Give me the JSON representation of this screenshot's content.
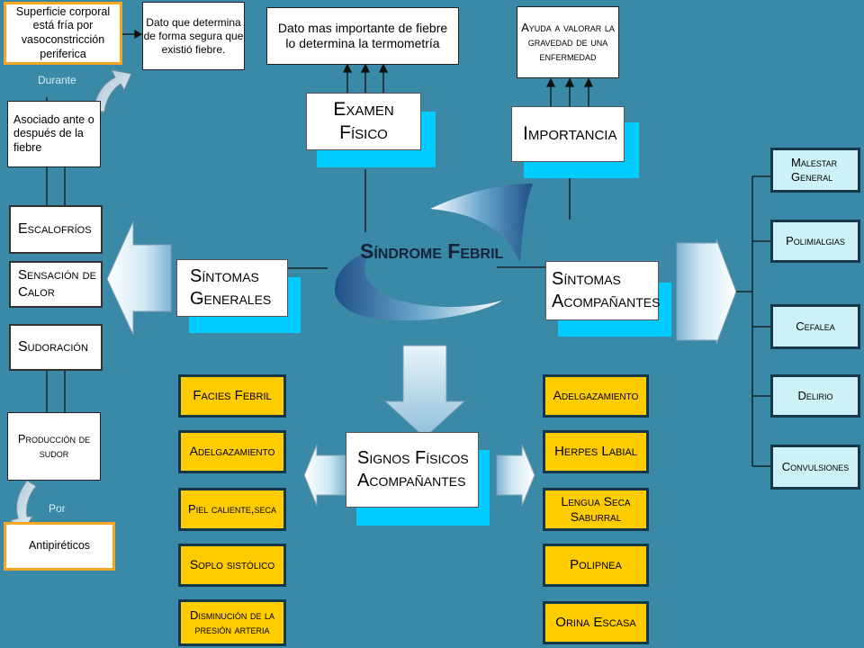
{
  "center": {
    "title": "Síndrome Febril"
  },
  "examen": {
    "title": "Examen Físico",
    "detail": "Dato mas importante de fiebre lo determina la termometría"
  },
  "importancia": {
    "title": "Importancia",
    "detail": "Ayuda a valorar la gravedad de una enfermedad"
  },
  "sintomas_generales": {
    "title": "Síntomas Generales",
    "items": [
      "Escalofríos",
      "Sensación de Calor",
      "Sudoración"
    ],
    "chain": {
      "superficie": "Superficie corporal está fría por vasoconstricción periferica",
      "dato": "Dato que determina de forma segura que existió fiebre.",
      "durante": "Durante",
      "asociado": "Asociado ante o después de la fiebre",
      "produccion": "Producción de sudor",
      "por": "Por",
      "antipireticos": "Antipiréticos"
    }
  },
  "sintomas_acompanantes": {
    "title": "Síntomas Acompañantes",
    "items": [
      "Malestar General",
      "Polimialgias",
      "Cefalea",
      "Delirio",
      "Convulsiones"
    ]
  },
  "signos_fisicos": {
    "title": "Signos Físicos Acompañantes",
    "left": [
      "Facies Febril",
      "Adelgazamiento",
      "Piel caliente,seca",
      "Soplo sistólico",
      "Disminución de la presión arteria"
    ],
    "right": [
      "Adelgazamiento",
      "Herpes Labial",
      "Lengua Seca Saburral",
      "Polipnea",
      "Orina Escasa"
    ]
  },
  "colors": {
    "background": "#3a89a6",
    "shadow": "#00ccff",
    "yellow": "#ffcc00",
    "cyan_box": "#ccf2f7",
    "orange_border": "#f5a623",
    "dark_border": "#14384a"
  }
}
